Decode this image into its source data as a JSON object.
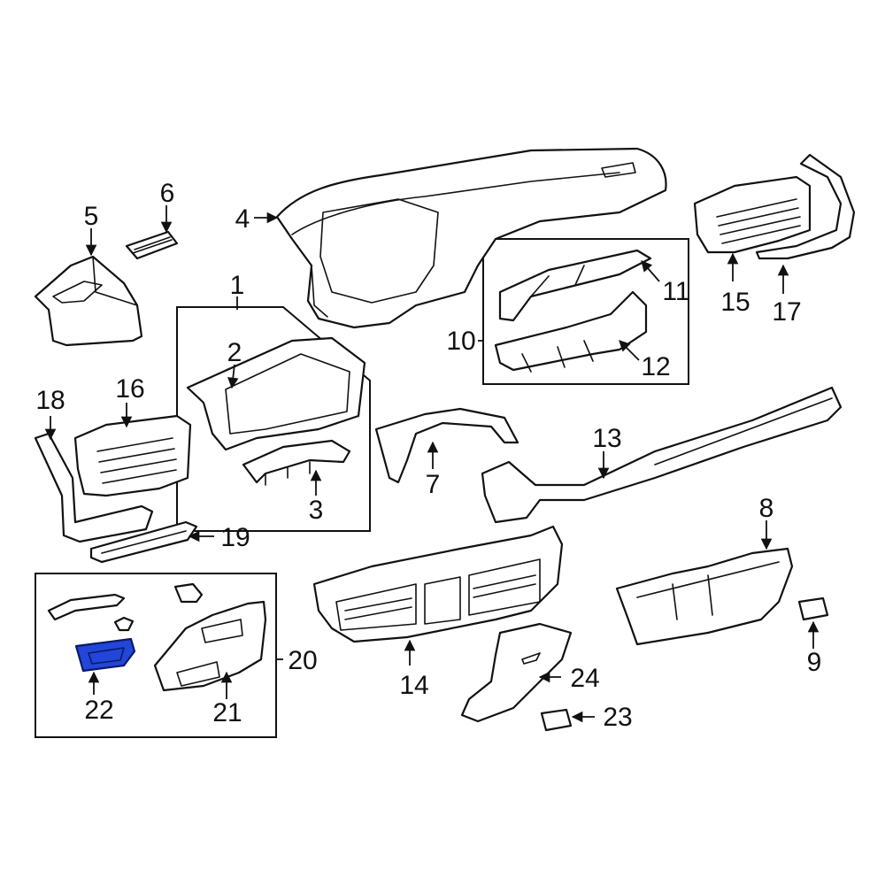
{
  "diagram": {
    "highlight_color": "#2146d8",
    "highlighted_part": "22",
    "callouts": {
      "c1": "1",
      "c2": "2",
      "c3": "3",
      "c4": "4",
      "c5": "5",
      "c6": "6",
      "c7": "7",
      "c8": "8",
      "c9": "9",
      "c10": "10",
      "c11": "11",
      "c12": "12",
      "c13": "13",
      "c14": "14",
      "c15": "15",
      "c16": "16",
      "c17": "17",
      "c18": "18",
      "c19": "19",
      "c20": "20",
      "c21": "21",
      "c22": "22",
      "c23": "23",
      "c24": "24"
    }
  }
}
